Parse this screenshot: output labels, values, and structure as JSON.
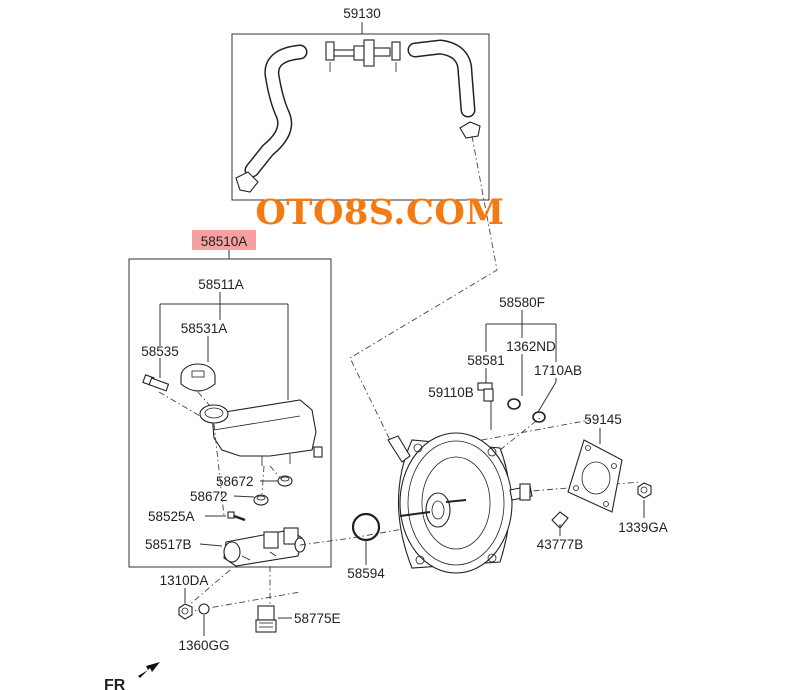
{
  "watermark": "OTO8S.COM",
  "highlight_color": "#f6a0a0",
  "watermark_color": "#f47a14",
  "direction_label": "FR",
  "labels": {
    "hose_assy": "59130",
    "master_cyl_assy": "58510A",
    "reservoir_assy": "58511A",
    "reservoir_cap": "58531A",
    "pin": "58535",
    "grommet_upper": "58672",
    "grommet_lower": "58672",
    "screw": "58525A",
    "master_cyl_body": "58517B",
    "o_ring": "58594",
    "nut": "1310DA",
    "washer": "1360GG",
    "plug": "58775E",
    "valve_kit": "58580F",
    "valve": "58581",
    "grommet_nd": "1362ND",
    "oring_ab": "1710AB",
    "booster": "59110B",
    "gasket": "59145",
    "nut_ga": "1339GA",
    "clip": "43777B"
  }
}
